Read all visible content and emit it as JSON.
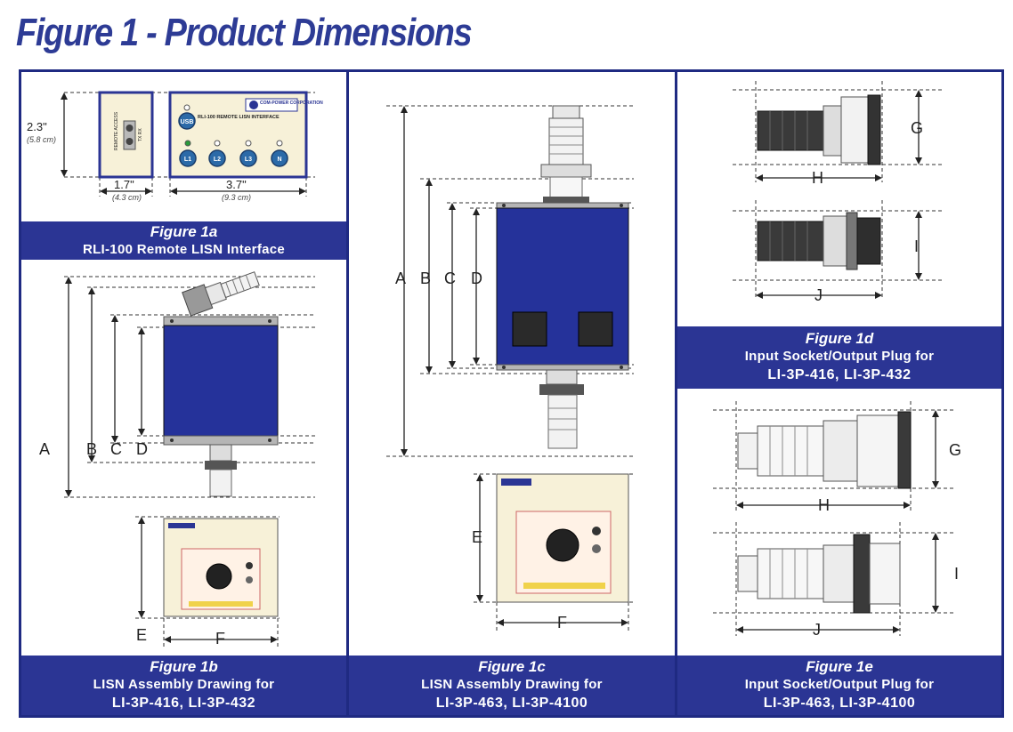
{
  "title": "Figure 1 - Product Dimensions",
  "fig1a": {
    "fig": "Figure 1a",
    "desc": "RLI-100 Remote LISN Interface",
    "dim_h": "2.3\"",
    "dim_h_cm": "(5.8 cm)",
    "dim_w1": "1.7\"",
    "dim_w1_cm": "(4.3 cm)",
    "dim_w2": "3.7\"",
    "dim_w2_cm": "(9.3 cm)",
    "side_label": "REMOTE ACCESS",
    "side_label2": "TX  RX",
    "brand": "COM-POWER CORPORATION",
    "device_label": "RLI-100 REMOTE LISN INTERFACE",
    "usb": "USB",
    "buttons": [
      "L1",
      "L2",
      "L3",
      "N"
    ]
  },
  "fig1b": {
    "fig": "Figure 1b",
    "desc": "LISN Assembly Drawing for",
    "models": "LI-3P-416, LI-3P-432",
    "dims": [
      "A",
      "B",
      "C",
      "D",
      "E",
      "F"
    ]
  },
  "fig1c": {
    "fig": "Figure 1c",
    "desc": "LISN Assembly Drawing for",
    "models": "LI-3P-463, LI-3P-4100",
    "dims": [
      "A",
      "B",
      "C",
      "D",
      "E",
      "F"
    ]
  },
  "fig1d": {
    "fig": "Figure 1d",
    "desc": "Input Socket/Output Plug for",
    "models": "LI-3P-416, LI-3P-432",
    "dims": [
      "G",
      "H",
      "I",
      "J"
    ]
  },
  "fig1e": {
    "fig": "Figure 1e",
    "desc": "Input Socket/Output Plug for",
    "models": "LI-3P-463, LI-3P-4100",
    "dims": [
      "G",
      "H",
      "I",
      "J"
    ]
  },
  "colors": {
    "navy": "#2b3594",
    "lisn_blue": "#25329a",
    "frame": "#1f2a82"
  }
}
